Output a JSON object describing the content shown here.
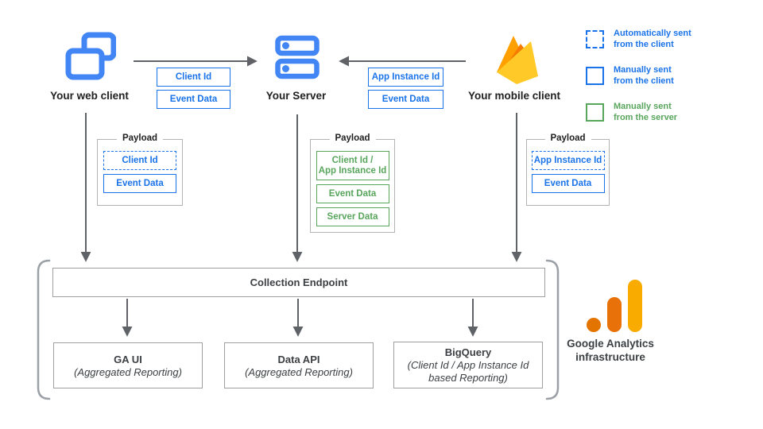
{
  "clients": {
    "web": {
      "label": "Your web client"
    },
    "server": {
      "label": "Your Server"
    },
    "mobile": {
      "label": "Your mobile client"
    }
  },
  "flow_web_to_server": {
    "item1": "Client Id",
    "item2": "Event Data"
  },
  "flow_mobile_to_server": {
    "item1": "App Instance Id",
    "item2": "Event Data"
  },
  "payload_web": {
    "title": "Payload",
    "item1": "Client Id",
    "item2": "Event Data"
  },
  "payload_server": {
    "title": "Payload",
    "item1_line1": "Client Id /",
    "item1_line2": "App Instance Id",
    "item2": "Event Data",
    "item3": "Server Data"
  },
  "payload_mobile": {
    "title": "Payload",
    "item1": "App Instance Id",
    "item2": "Event Data"
  },
  "legend": {
    "auto_client": {
      "line1": "Automatically sent",
      "line2": "from the client"
    },
    "manual_client": {
      "line1": "Manually sent",
      "line2": "from the client"
    },
    "manual_server": {
      "line1": "Manually sent",
      "line2": "from the server"
    }
  },
  "infrastructure": {
    "endpoint": "Collection Endpoint",
    "ga_ui": {
      "name": "GA UI",
      "subtitle": "(Aggregated Reporting)"
    },
    "data_api": {
      "name": "Data API",
      "subtitle": "(Aggregated Reporting)"
    },
    "bigquery": {
      "name": "BigQuery",
      "subtitle_line1": "(Client Id / App Instance Id",
      "subtitle_line2": "based Reporting)"
    },
    "caption_line1": "Google Analytics",
    "caption_line2": "infrastructure"
  },
  "colors": {
    "icon_blue": "#4285F4",
    "box_blue": "#1A73E8",
    "box_green": "#58A55C",
    "arrow_gray": "#5F6368",
    "bracket_gray": "#9AA0A6",
    "firebase_amber": "#FFA000",
    "firebase_orange": "#F57C00",
    "firebase_yellow": "#FFCA28",
    "ga_dot_orange": "#E37400",
    "ga_mid_orange": "#E8710A",
    "ga_bar_yellow": "#F9AB00"
  }
}
